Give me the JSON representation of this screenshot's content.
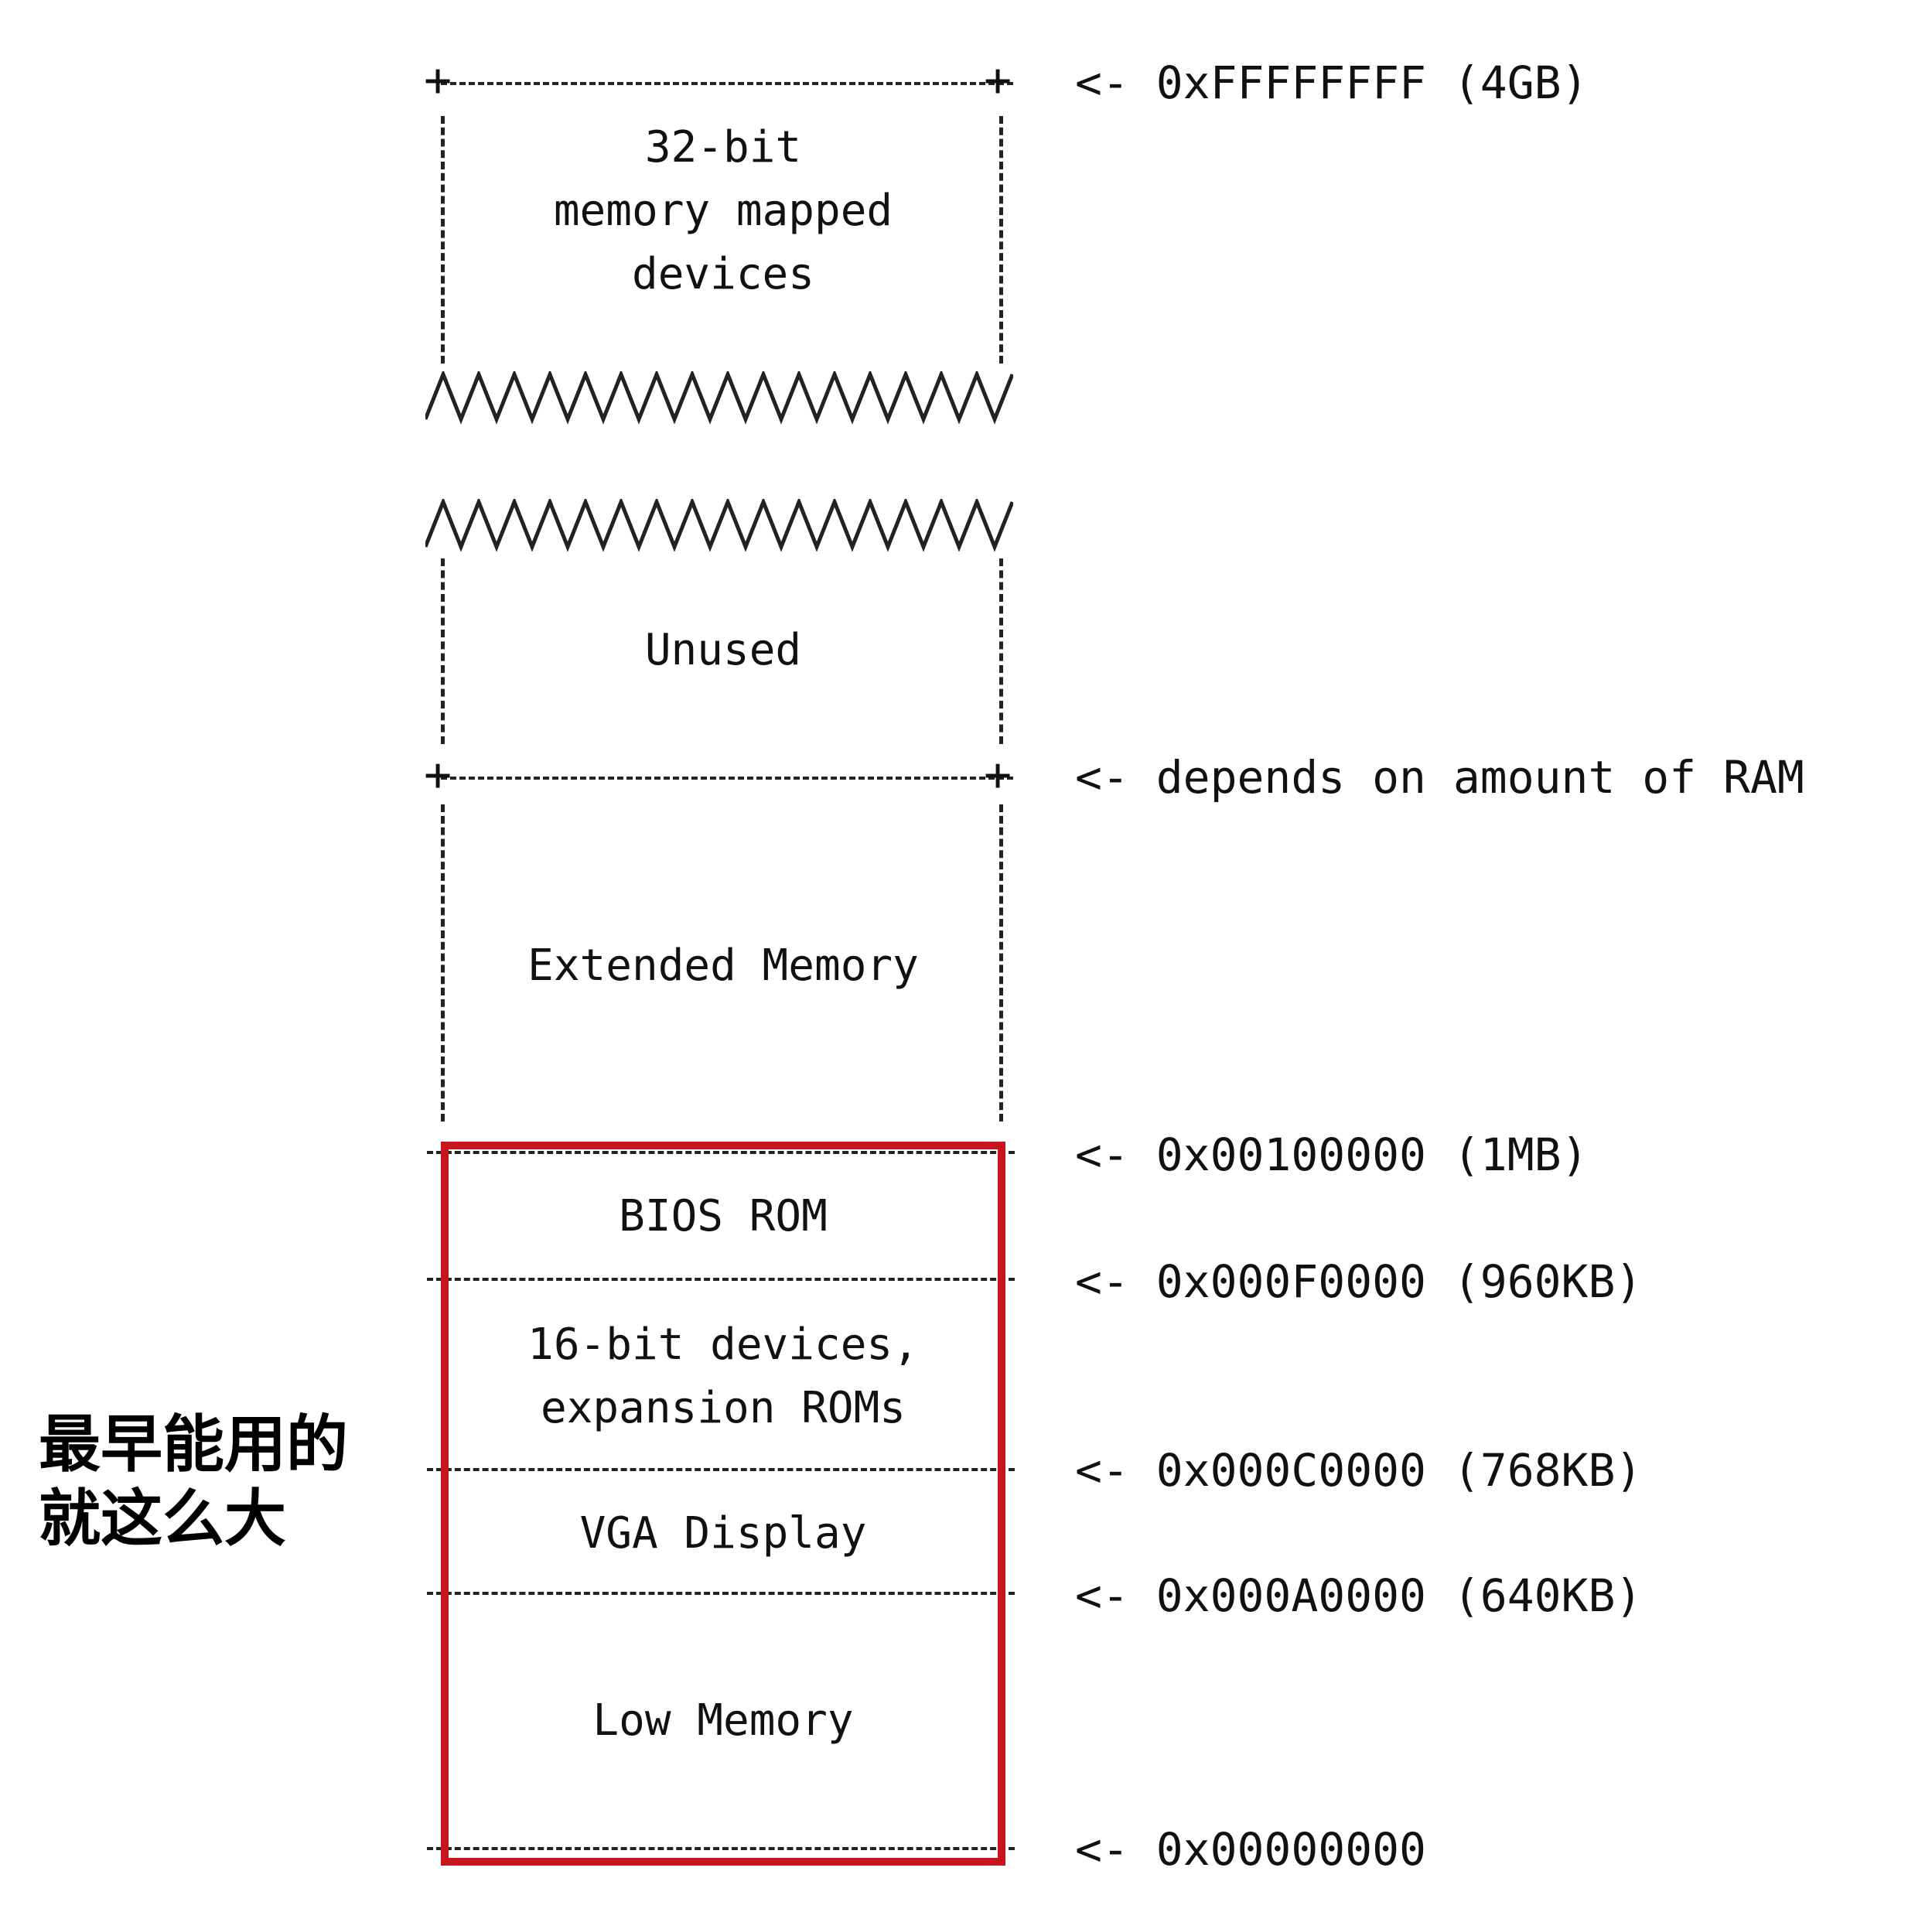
{
  "regions": {
    "memory_mapped_devices": "32-bit\nmemory mapped\ndevices",
    "unused": "Unused",
    "extended_memory": "Extended Memory",
    "bios_rom": "BIOS ROM",
    "expansion_roms": "16-bit devices,\nexpansion ROMs",
    "vga_display": "VGA Display",
    "low_memory": "Low Memory"
  },
  "addresses": {
    "top": "<- 0xFFFFFFFF (4GB)",
    "ram_top": "<- depends on amount of RAM",
    "one_mb": "<- 0x00100000 (1MB)",
    "bios_start": "<- 0x000F0000 (960KB)",
    "expansion_start": "<- 0x000C0000 (768KB)",
    "vga_start": "<- 0x000A0000 (640KB)",
    "zero": "<- 0x00000000"
  },
  "annotation": {
    "line1": "最早能用的",
    "line2": "就这么大"
  },
  "colors": {
    "highlight": "#c8141e",
    "lines": "#222222"
  }
}
